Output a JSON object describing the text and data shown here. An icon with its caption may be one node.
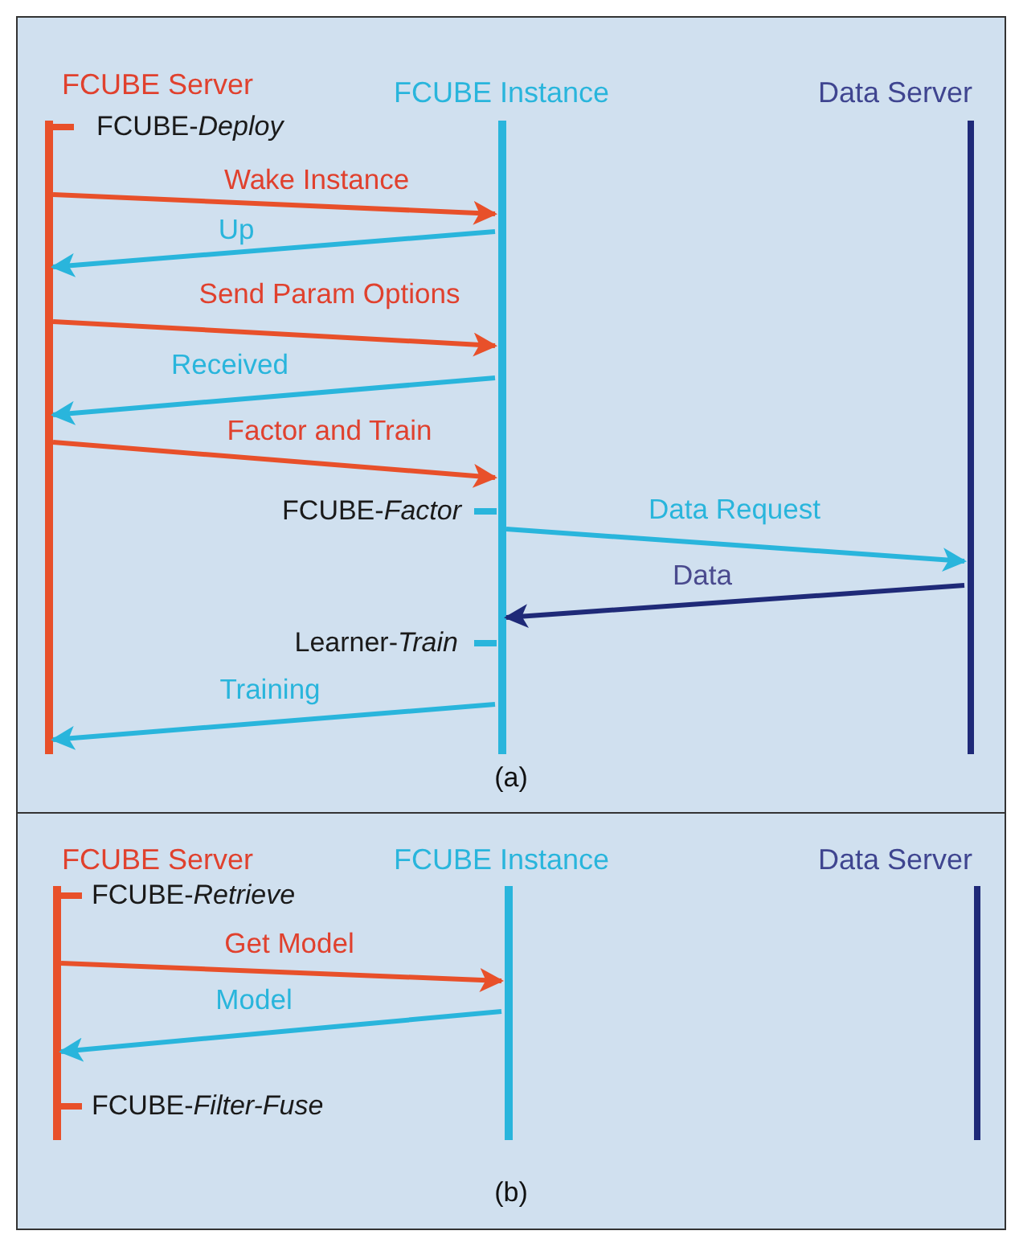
{
  "diagram": {
    "nodes": [
      {
        "text": [
          "(a)"
        ]
      },
      {
        "text": [],
        "shape": "bar",
        "in": 0,
        "beside": [
          "FCUBE Server",
          "FCUBE-*Deploy*"
        ]
      },
      {
        "text": [],
        "shape": "bar",
        "in": 0,
        "beside": [
          "FCUBE Instance",
          "FCUBE-*Factor*",
          "Learner-*Train*"
        ]
      },
      {
        "text": [],
        "shape": "bar",
        "in": 0,
        "beside": [
          "Data Server"
        ]
      },
      {
        "text": [
          "(b)"
        ]
      },
      {
        "text": [],
        "shape": "bar",
        "in": 4,
        "beside": [
          "FCUBE Server",
          "FCUBE-*Retrieve*",
          "FCUBE-*Filter-Fuse*"
        ]
      },
      {
        "text": [],
        "shape": "bar",
        "in": 4,
        "beside": [
          "FCUBE Instance"
        ]
      },
      {
        "text": [],
        "shape": "bar",
        "in": 4,
        "beside": [
          "Data Server"
        ]
      }
    ],
    "edges": [
      {
        "from": 1,
        "to": 2,
        "arrow": "to",
        "label": "Wake Instance",
        "color": "#e8502a"
      },
      {
        "from": 2,
        "to": 1,
        "arrow": "to",
        "label": "Up",
        "color": "#29b5dc"
      },
      {
        "from": 1,
        "to": 2,
        "arrow": "to",
        "label": "Send Param Options",
        "color": "#e8502a"
      },
      {
        "from": 2,
        "to": 1,
        "arrow": "to",
        "label": "Received",
        "color": "#29b5dc"
      },
      {
        "from": 1,
        "to": 2,
        "arrow": "to",
        "label": "Factor and Train",
        "color": "#e8502a"
      },
      {
        "from": 2,
        "to": 3,
        "arrow": "to",
        "label": "Data Request",
        "color": "#29b5dc"
      },
      {
        "from": 3,
        "to": 2,
        "arrow": "to",
        "label": "Data",
        "color": "#1f2a78"
      },
      {
        "from": 2,
        "to": 1,
        "arrow": "to",
        "label": "Training",
        "color": "#29b5dc"
      },
      {
        "from": 5,
        "to": 6,
        "arrow": "to",
        "label": "Get Model",
        "color": "#e8502a"
      },
      {
        "from": 6,
        "to": 5,
        "arrow": "to",
        "label": "Model",
        "color": "#29b5dc"
      }
    ]
  }
}
